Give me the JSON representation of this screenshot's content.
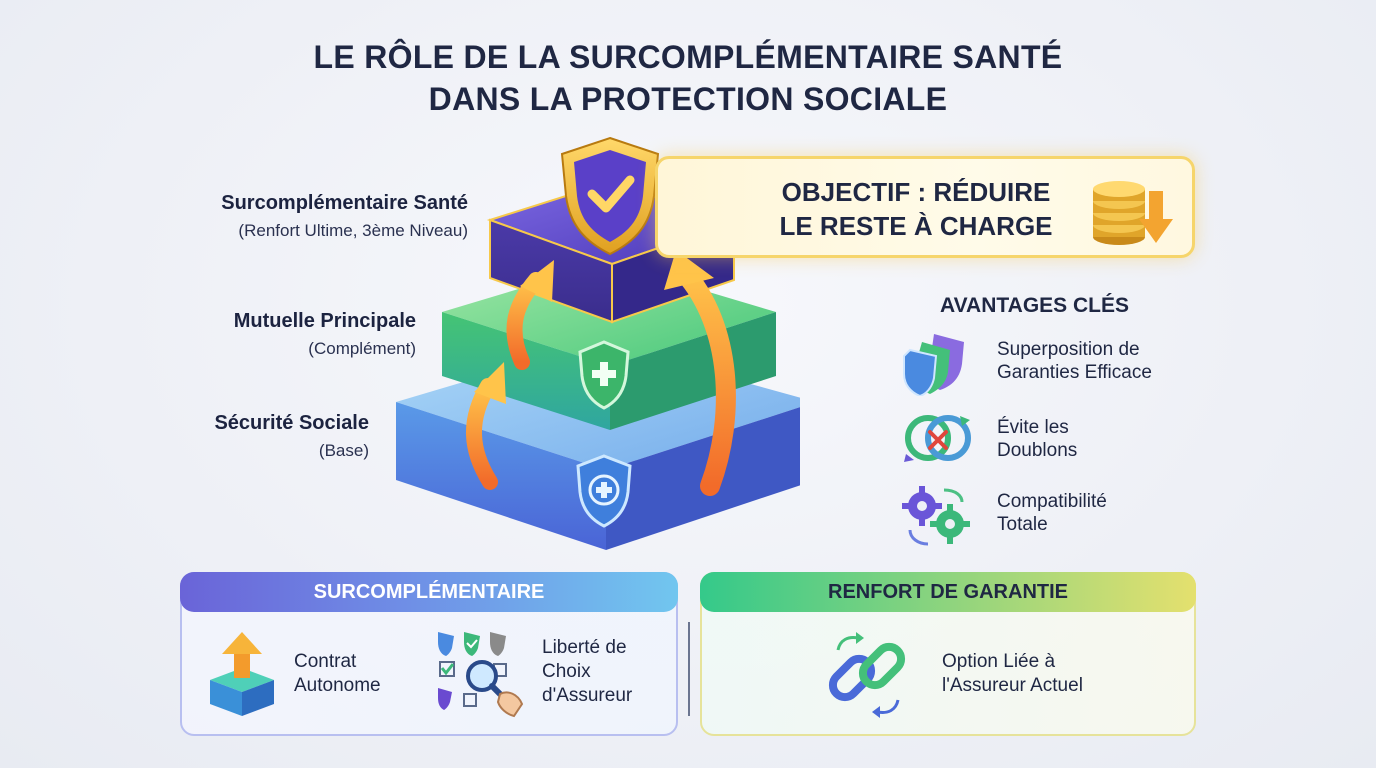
{
  "title": {
    "line1": "LE RÔLE DE LA SURCOMPLÉMENTAIRE SANTÉ",
    "line2": "DANS LA PROTECTION SOCIALE"
  },
  "layers": [
    {
      "label": "Surcomplémentaire Santé",
      "sub": "(Renfort Ultime, 3ème Niveau)",
      "color": "#5b43c8"
    },
    {
      "label": "Mutuelle Principale",
      "sub": "(Complément)",
      "color": "#3cc46a"
    },
    {
      "label": "Sécurité Sociale",
      "sub": "(Base)",
      "color": "#4f8ee6"
    }
  ],
  "objective": {
    "line1": "OBJECTIF : RÉDUIRE",
    "line2": "LE RESTE À CHARGE",
    "icon": "coins-down-arrow-icon"
  },
  "advantages": {
    "title": "AVANTAGES CLÉS",
    "items": [
      {
        "line1": "Superposition de",
        "line2": "Garanties Efficace",
        "icon": "layered-shields-icon"
      },
      {
        "line1": "Évite les",
        "line2": "Doublons",
        "icon": "overlap-circles-x-icon"
      },
      {
        "line1": "Compatibilité",
        "line2": "Totale",
        "icon": "gears-icon"
      }
    ]
  },
  "panels": {
    "left": {
      "header": "SURCOMPLÉMENTAIRE",
      "items": [
        {
          "line1": "Contrat",
          "line2": "Autonome",
          "icon": "box-arrow-up-icon"
        },
        {
          "line1": "Liberté de",
          "line2": "Choix",
          "line3": "d'Assureur",
          "icon": "shield-choice-magnifier-icon"
        }
      ]
    },
    "right": {
      "header": "RENFORT DE GARANTIE",
      "items": [
        {
          "line1": "Option Liée à",
          "line2": "l'Assureur Actuel",
          "icon": "chain-link-icon"
        }
      ]
    }
  },
  "colors": {
    "accent_purple": "#5b43c8",
    "accent_green": "#3cc46a",
    "accent_blue": "#4f8ee6",
    "accent_orange": "#f59a2c",
    "objective_border": "#f6d56b"
  }
}
